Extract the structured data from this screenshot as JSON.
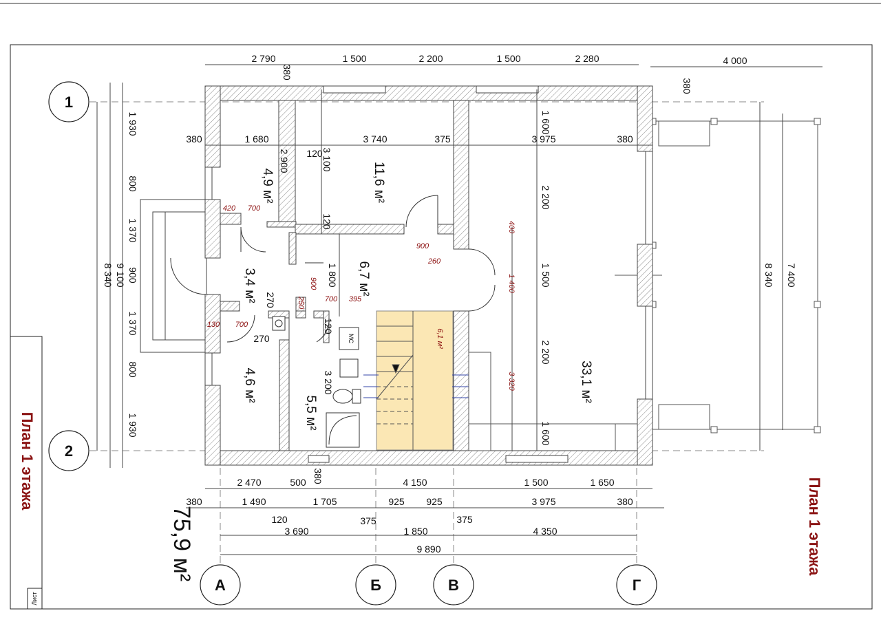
{
  "sheet": {
    "title": "План 1 этажа",
    "total_area": "75,9 м²",
    "sheet_label": "Лист"
  },
  "axes": {
    "rows": [
      "1",
      "2"
    ],
    "cols": [
      "А",
      "Б",
      "В",
      "Г"
    ]
  },
  "rooms": [
    {
      "id": "room-a",
      "area": "4,9 м²"
    },
    {
      "id": "room-b",
      "area": "11,6 м²"
    },
    {
      "id": "hall",
      "area": "3,4 м²"
    },
    {
      "id": "corridor",
      "area": "6,7 м²"
    },
    {
      "id": "room-c",
      "area": "4,6 м²"
    },
    {
      "id": "bath",
      "area": "5,5 м²"
    },
    {
      "id": "stair",
      "area": "6,1 м²"
    },
    {
      "id": "living",
      "area": "33,1 м²"
    }
  ],
  "fixtures": {
    "wc_label": "МС"
  },
  "dims": {
    "top1": [
      "2 790",
      "1 500",
      "2 200",
      "1 500",
      "2 280"
    ],
    "top_terrace": "4 000",
    "inner_row": [
      "380",
      "1 680",
      "3 740",
      "375",
      "3 975",
      "380"
    ],
    "bottom1": [
      "2 470",
      "500",
      "4 150",
      "1 500",
      "1 650"
    ],
    "bottom2": [
      "380",
      "1 490",
      "1 705",
      "925",
      "925",
      "3 975",
      "380"
    ],
    "bottom3": [
      "3 690",
      "1 850",
      "4 350"
    ],
    "bottom4": "9 890",
    "bottom_misc": [
      "120",
      "375",
      "375"
    ],
    "left_chain": [
      "1 930",
      "800",
      "1 370",
      "900",
      "1 370",
      "800",
      "1 930"
    ],
    "left_total_outer": "8 340",
    "left_total_inner": "9 100",
    "right_inner_chain": [
      "1 600",
      "2 200",
      "1 500",
      "2 200",
      "1 600"
    ],
    "right_total": "8 340",
    "terrace_total": "7 400",
    "misc": [
      "380",
      "380",
      "380",
      "2 900",
      "120",
      "3 100",
      "120",
      "1 800",
      "120",
      "270",
      "270",
      "3 200"
    ],
    "red": [
      "420",
      "700",
      "900",
      "260",
      "400",
      "1 400",
      "900",
      "250",
      "700",
      "395",
      "130",
      "700",
      "3 320"
    ]
  }
}
